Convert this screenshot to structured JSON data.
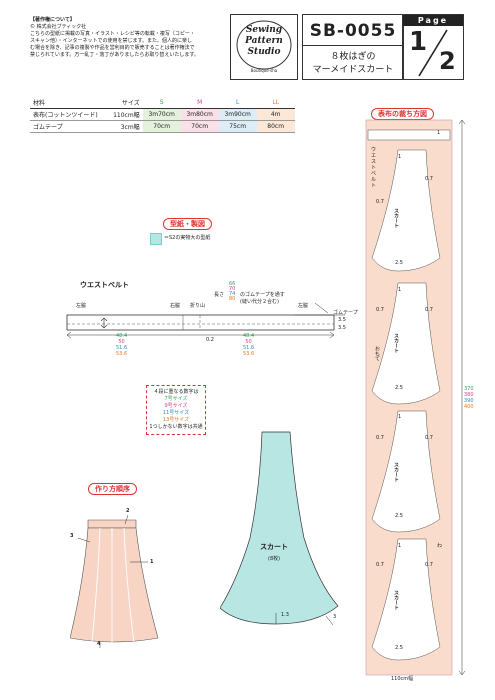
{
  "copyright": {
    "heading": "【著作権について】",
    "company": "© 株式会社ブティック社",
    "lines": [
      "こちらの型紙に掲載の写真・イラスト・レシピ等の転載・複写（コピー・",
      "スキャン他）・インターネットでの使用を禁じます。また、個人的に楽し",
      "む場合を除き、記事の複製や作品を営利目的で販売することは著作権法で",
      "禁じられています。万一乱丁・落丁がありましたらお取り替えいたします。"
    ]
  },
  "logo": {
    "l1": "Sewing",
    "l2": "Pattern",
    "l3": "Studio",
    "sub": "Boutique-sha"
  },
  "pattern": {
    "code": "SB-0055",
    "name1": "８枚はぎの",
    "name2": "マーメイドスカート"
  },
  "page": {
    "label": "Page",
    "current": "1",
    "total": "2"
  },
  "materials": {
    "header": [
      "材料",
      "サイズ",
      "S",
      "M",
      "L",
      "LL"
    ],
    "rows": [
      [
        "表布(コットンツイード)",
        "110cm幅",
        "3m70cm",
        "3m80cm",
        "3m90cm",
        "4m"
      ],
      [
        "ゴムテープ",
        "3cm幅",
        "70cm",
        "70cm",
        "75cm",
        "80cm"
      ]
    ]
  },
  "sections": {
    "pattern": "型紙・製図",
    "cutting": "表布の裁ち方図",
    "order": "作り方順序"
  },
  "legend": "＝S2の実物大の型紙",
  "waistband": {
    "title": "ウエストベルト",
    "left_side1": "左脇",
    "right_side": "右脇",
    "fold": "折り山",
    "left_side2": "左脇",
    "elastic_note1": "長さ",
    "elastic_note2": "のゴムテープを通す",
    "elastic_note3": "(縫い代分２合む)",
    "elastic_vals": [
      "66",
      "70",
      "74",
      "80"
    ],
    "elastic_label": "ゴムテープ",
    "h1": "3.5",
    "h2": "3.5",
    "mid": "0.2",
    "len_left": [
      "48.4",
      "50",
      "51.6",
      "53.6"
    ],
    "len_right": [
      "48.4",
      "50",
      "51.6",
      "53.6"
    ]
  },
  "size_legend": {
    "title": "４段に重なる数字は",
    "s": "7号サイズ",
    "m": "9号サイズ",
    "l": "11号サイズ",
    "ll": "13号サイズ",
    "note": "1つしかない数字は共通"
  },
  "skirt": {
    "label": "スカート",
    "count": "(8枚)",
    "hem": "1.3",
    "hem_right": "3"
  },
  "order_nums": [
    "2",
    "3",
    "1",
    "4"
  ],
  "cutting": {
    "belt_label": "ウエストベルト",
    "belt_num": "1",
    "panel_label": "スカート",
    "vals": {
      "top": "1",
      "side": "0.7",
      "hem": "2.5"
    },
    "fold": "わ",
    "omote": "おもて",
    "length": [
      "370",
      "380",
      "390",
      "400"
    ],
    "width": "110cm幅",
    "colors": {
      "fabric": "#f9dccc",
      "panel": "#ffffff",
      "belt": "#ffffff"
    }
  },
  "colors": {
    "skirt_fill": "#b8e6e2",
    "order_fill": "#f7d4c4",
    "accent": "#d33333"
  }
}
